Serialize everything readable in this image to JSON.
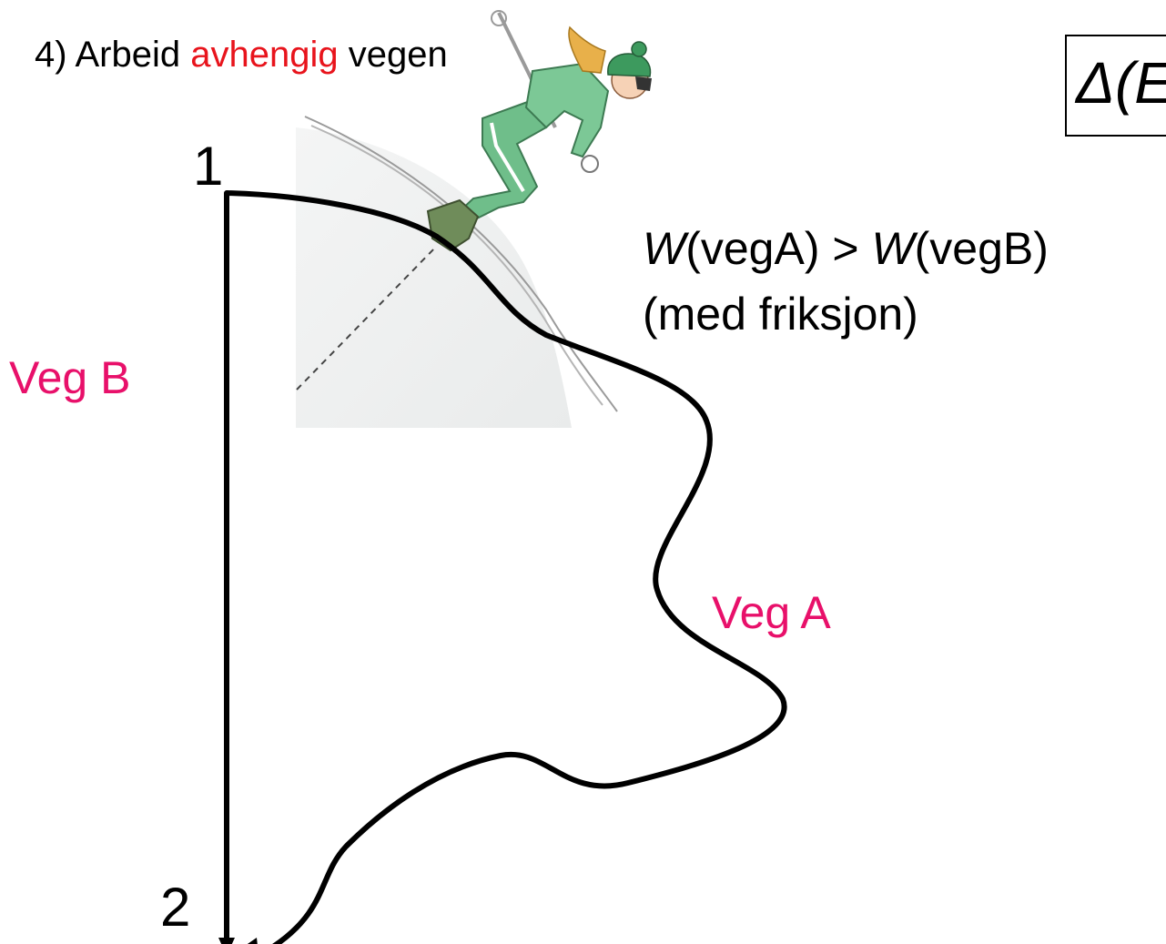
{
  "heading": {
    "prefix": "4)  Arbeid ",
    "highlight": "avhengig",
    "suffix": " vegen",
    "highlight_color": "#e8141c"
  },
  "formula_box": {
    "text": "Δ(E"
  },
  "points": {
    "start": "1",
    "end": "2"
  },
  "paths": {
    "path_a_label": "Veg A",
    "path_b_label": "Veg B",
    "label_color": "#e8106a"
  },
  "relation": {
    "w1_symbol": "W",
    "w1_arg": "(vegA) > ",
    "w2_symbol": "W",
    "w2_arg": "(vegB)",
    "condition": "(med friksjon)"
  },
  "illustration": {
    "subject": "skier-on-slope",
    "jacket_color": "#6fbe8a",
    "hat_color": "#3d9a5e",
    "hair_color": "#e8b04a"
  }
}
